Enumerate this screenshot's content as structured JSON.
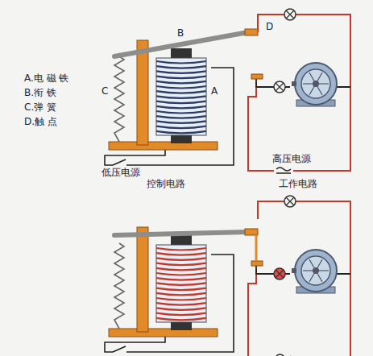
{
  "diagram": {
    "labels": [
      "A.电 磁 铁",
      "B.衔 铁",
      "C.弹 簧",
      "D.触 点",
      "B",
      "A",
      "C",
      "D",
      "低压电源",
      "高压电源",
      "控制电路",
      "工作电路"
    ]
  }
}
